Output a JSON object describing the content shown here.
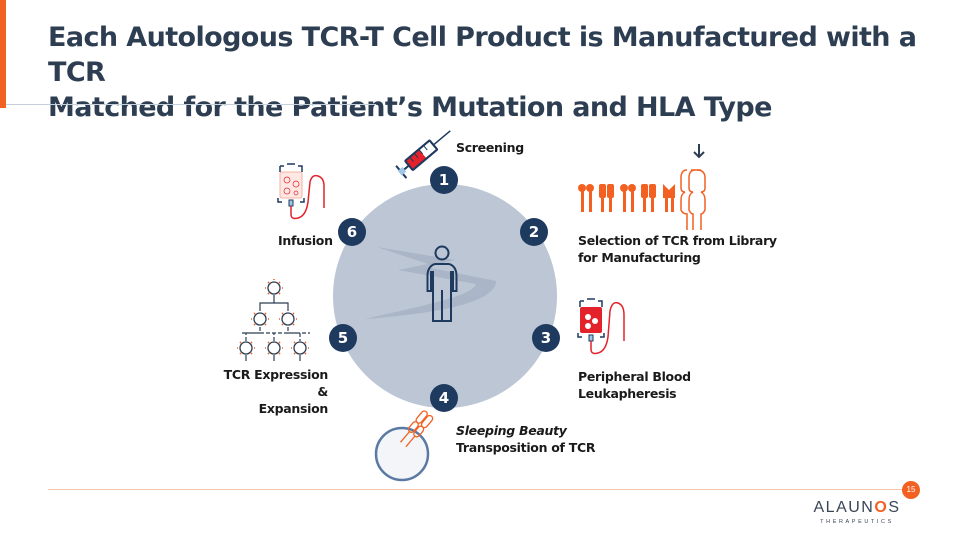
{
  "slide": {
    "title_line1": "Each Autologous TCR-T Cell Product is Manufactured with a TCR",
    "title_line2": "Matched for the Patient’s Mutation and HLA Type",
    "page_number": "15"
  },
  "cycle": {
    "center_icon": "person-icon",
    "steps": [
      {
        "number": "1",
        "label": "Screening",
        "icon": "syringe-icon"
      },
      {
        "number": "2",
        "label_line1": "Selection of TCR from Library",
        "label_line2": "for Manufacturing",
        "icon": "tcr-library-icon"
      },
      {
        "number": "3",
        "label_line1": "Peripheral Blood",
        "label_line2": "Leukapheresis",
        "icon": "blood-bag-icon"
      },
      {
        "number": "4",
        "label_italic": "Sleeping Beauty",
        "label_line2": "Transposition of TCR",
        "icon": "cell-transposition-icon"
      },
      {
        "number": "5",
        "label_line1": "TCR Expression &",
        "label_line2": "Expansion",
        "icon": "cell-expansion-icon"
      },
      {
        "number": "6",
        "label": "Infusion",
        "icon": "infusion-bag-icon"
      }
    ]
  },
  "logo": {
    "name_prefix": "ALAUN",
    "name_o": "O",
    "name_suffix": "S",
    "tagline": "THERAPEUTICS"
  },
  "colors": {
    "accent": "#f26122",
    "navy": "#1f3a5f",
    "hub": "#bcc6d4",
    "blood_red": "#e3222b"
  }
}
